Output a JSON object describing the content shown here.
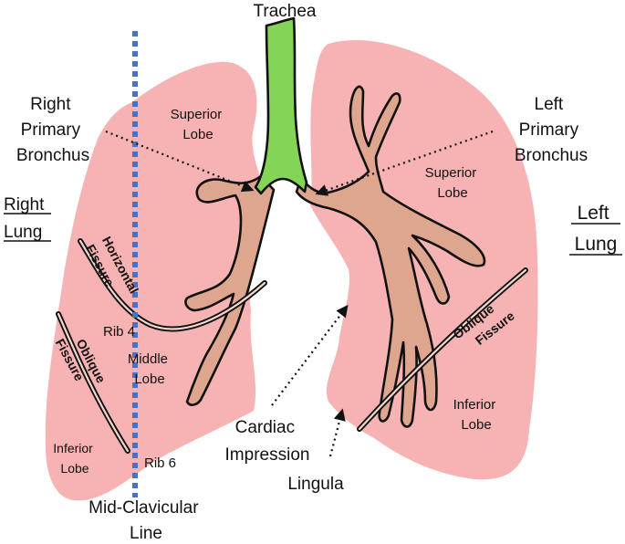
{
  "labels": {
    "trachea": "Trachea",
    "right_primary_bronchus": [
      "Right",
      "Primary",
      "Bronchus"
    ],
    "left_primary_bronchus": [
      "Left",
      "Primary",
      "Bronchus"
    ],
    "right_lung": [
      "Right",
      "Lung"
    ],
    "left_lung": [
      "Left",
      "Lung"
    ],
    "right_superior_lobe": [
      "Superior",
      "Lobe"
    ],
    "left_superior_lobe": [
      "Superior",
      "Lobe"
    ],
    "horizontal_fissure": [
      "Horizontal",
      "Fissure"
    ],
    "rib_4": "Rib 4",
    "middle_lobe": [
      "Middle",
      "Lobe"
    ],
    "right_oblique_fissure": [
      "Oblique",
      "Fissure"
    ],
    "right_inferior_lobe": [
      "Inferior",
      "Lobe"
    ],
    "rib_6": "Rib 6",
    "left_oblique_fissure": [
      "Oblique",
      "Fissure"
    ],
    "left_inferior_lobe": [
      "Inferior",
      "Lobe"
    ],
    "cardiac_impression": [
      "Cardiac",
      "Impression"
    ],
    "lingula": "Lingula",
    "mid_clavicular_line": [
      "Mid-Clavicular",
      "Line"
    ]
  },
  "colors": {
    "lung": "#f7b3b3",
    "trachea": "#84d455",
    "bronchi": "#dea68f",
    "mid_clavicular_line": "#4a72c4",
    "outline": "#111111"
  }
}
